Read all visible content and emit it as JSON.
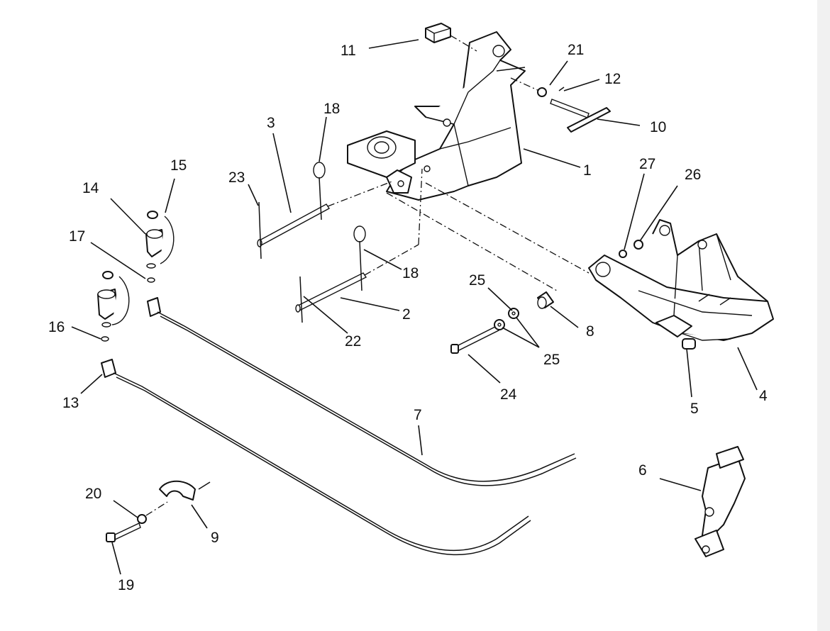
{
  "callouts": [
    {
      "id": "c1",
      "label": "1"
    },
    {
      "id": "c2",
      "label": "2"
    },
    {
      "id": "c3",
      "label": "3"
    },
    {
      "id": "c4",
      "label": "4"
    },
    {
      "id": "c5",
      "label": "5"
    },
    {
      "id": "c6",
      "label": "6"
    },
    {
      "id": "c7",
      "label": "7"
    },
    {
      "id": "c8",
      "label": "8"
    },
    {
      "id": "c9",
      "label": "9"
    },
    {
      "id": "c10",
      "label": "10"
    },
    {
      "id": "c11",
      "label": "11"
    },
    {
      "id": "c12",
      "label": "12"
    },
    {
      "id": "c13",
      "label": "13"
    },
    {
      "id": "c14",
      "label": "14"
    },
    {
      "id": "c15",
      "label": "15"
    },
    {
      "id": "c16",
      "label": "16"
    },
    {
      "id": "c17",
      "label": "17"
    },
    {
      "id": "c18a",
      "label": "18"
    },
    {
      "id": "c18b",
      "label": "18"
    },
    {
      "id": "c19",
      "label": "19"
    },
    {
      "id": "c20",
      "label": "20"
    },
    {
      "id": "c21",
      "label": "21"
    },
    {
      "id": "c22",
      "label": "22"
    },
    {
      "id": "c23",
      "label": "23"
    },
    {
      "id": "c24",
      "label": "24"
    },
    {
      "id": "c25a",
      "label": "25"
    },
    {
      "id": "c25b",
      "label": "25"
    },
    {
      "id": "c26",
      "label": "26"
    },
    {
      "id": "c27",
      "label": "27"
    }
  ]
}
